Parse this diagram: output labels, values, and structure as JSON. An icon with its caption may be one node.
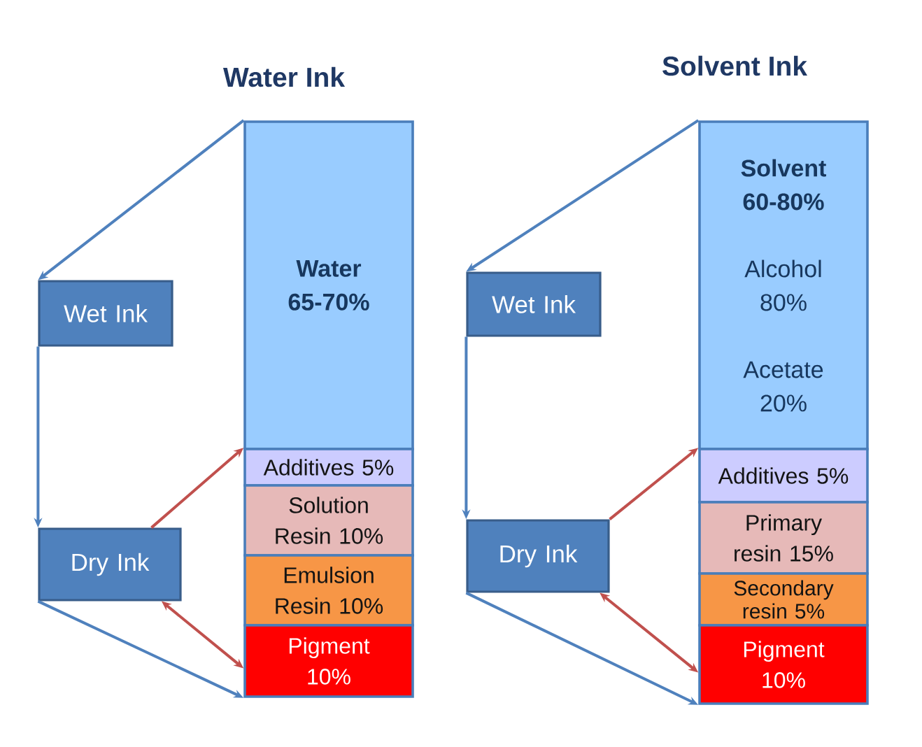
{
  "diagram": {
    "nodes": [
      {
        "text": [
          "Wet Ink"
        ]
      },
      {
        "text": [
          "Dry Ink"
        ]
      },
      {
        "text": [
          "Water 65-70%"
        ]
      },
      {
        "text": [
          "Additives 5%"
        ]
      },
      {
        "text": [
          "Solution Resin 10%"
        ]
      },
      {
        "text": [
          "Emulsion Resin 10%"
        ]
      },
      {
        "text": [
          "Pigment 10%"
        ]
      },
      {
        "text": [
          "Wet Ink"
        ]
      },
      {
        "text": [
          "Dry Ink"
        ]
      },
      {
        "text": [
          "Solvent 60-80%",
          "Alcohol 80%",
          "Acetate 20%"
        ]
      },
      {
        "text": [
          "Additives 5%"
        ]
      },
      {
        "text": [
          "Primary resin 15%"
        ]
      },
      {
        "text": [
          "Secondary resin 5%"
        ]
      },
      {
        "text": [
          "Pigment 10%"
        ]
      }
    ],
    "edges": [
      {
        "from": 2,
        "to": 0,
        "arrow": "to"
      },
      {
        "from": 0,
        "to": 1,
        "arrow": "to"
      },
      {
        "from": 1,
        "to": 6,
        "arrow": "to"
      },
      {
        "from": 1,
        "to": 3,
        "arrow": "to",
        "color": "#c0504d"
      },
      {
        "from": 1,
        "to": 6,
        "arrow": "both",
        "color": "#c0504d"
      },
      {
        "from": 9,
        "to": 7,
        "arrow": "to"
      },
      {
        "from": 7,
        "to": 8,
        "arrow": "to"
      },
      {
        "from": 8,
        "to": 13,
        "arrow": "to"
      },
      {
        "from": 8,
        "to": 10,
        "arrow": "to",
        "color": "#c0504d"
      },
      {
        "from": 8,
        "to": 13,
        "arrow": "both",
        "color": "#c0504d"
      }
    ],
    "labels": [
      "Water Ink",
      "Solvent Ink"
    ]
  }
}
